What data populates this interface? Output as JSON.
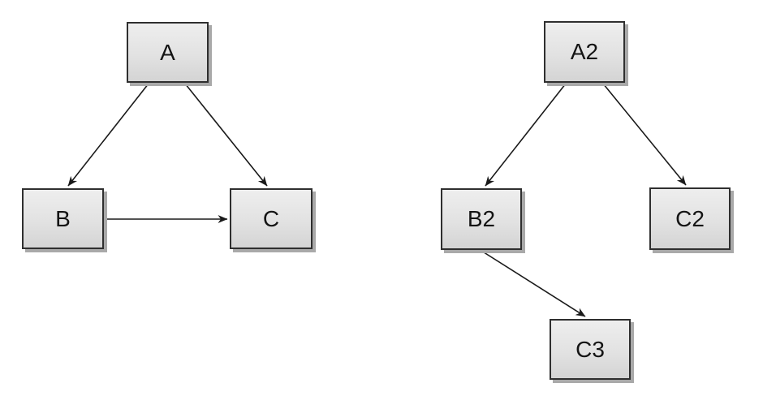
{
  "diagram": {
    "type": "directed-graph",
    "background": "#ffffff",
    "left_graph": {
      "nodes": {
        "A": {
          "label": "A"
        },
        "B": {
          "label": "B"
        },
        "C": {
          "label": "C"
        }
      },
      "edges": [
        {
          "from": "A",
          "to": "B",
          "directed": true
        },
        {
          "from": "A",
          "to": "C",
          "directed": true
        },
        {
          "from": "B",
          "to": "C",
          "directed": true
        }
      ]
    },
    "right_graph": {
      "nodes": {
        "A2": {
          "label": "A2"
        },
        "B2": {
          "label": "B2"
        },
        "C2": {
          "label": "C2"
        },
        "C3": {
          "label": "C3"
        }
      },
      "edges": [
        {
          "from": "A2",
          "to": "B2",
          "directed": true
        },
        {
          "from": "A2",
          "to": "C2",
          "directed": true
        },
        {
          "from": "B2",
          "to": "C3",
          "directed": true
        }
      ]
    },
    "style": {
      "node_fill_top": "#eeeeee",
      "node_fill_bottom": "#d4d4d4",
      "node_border": "#2f2f2f",
      "node_shadow": "#a9a9a9",
      "edge_color": "#1a1a1a",
      "text_color": "#141414"
    }
  }
}
